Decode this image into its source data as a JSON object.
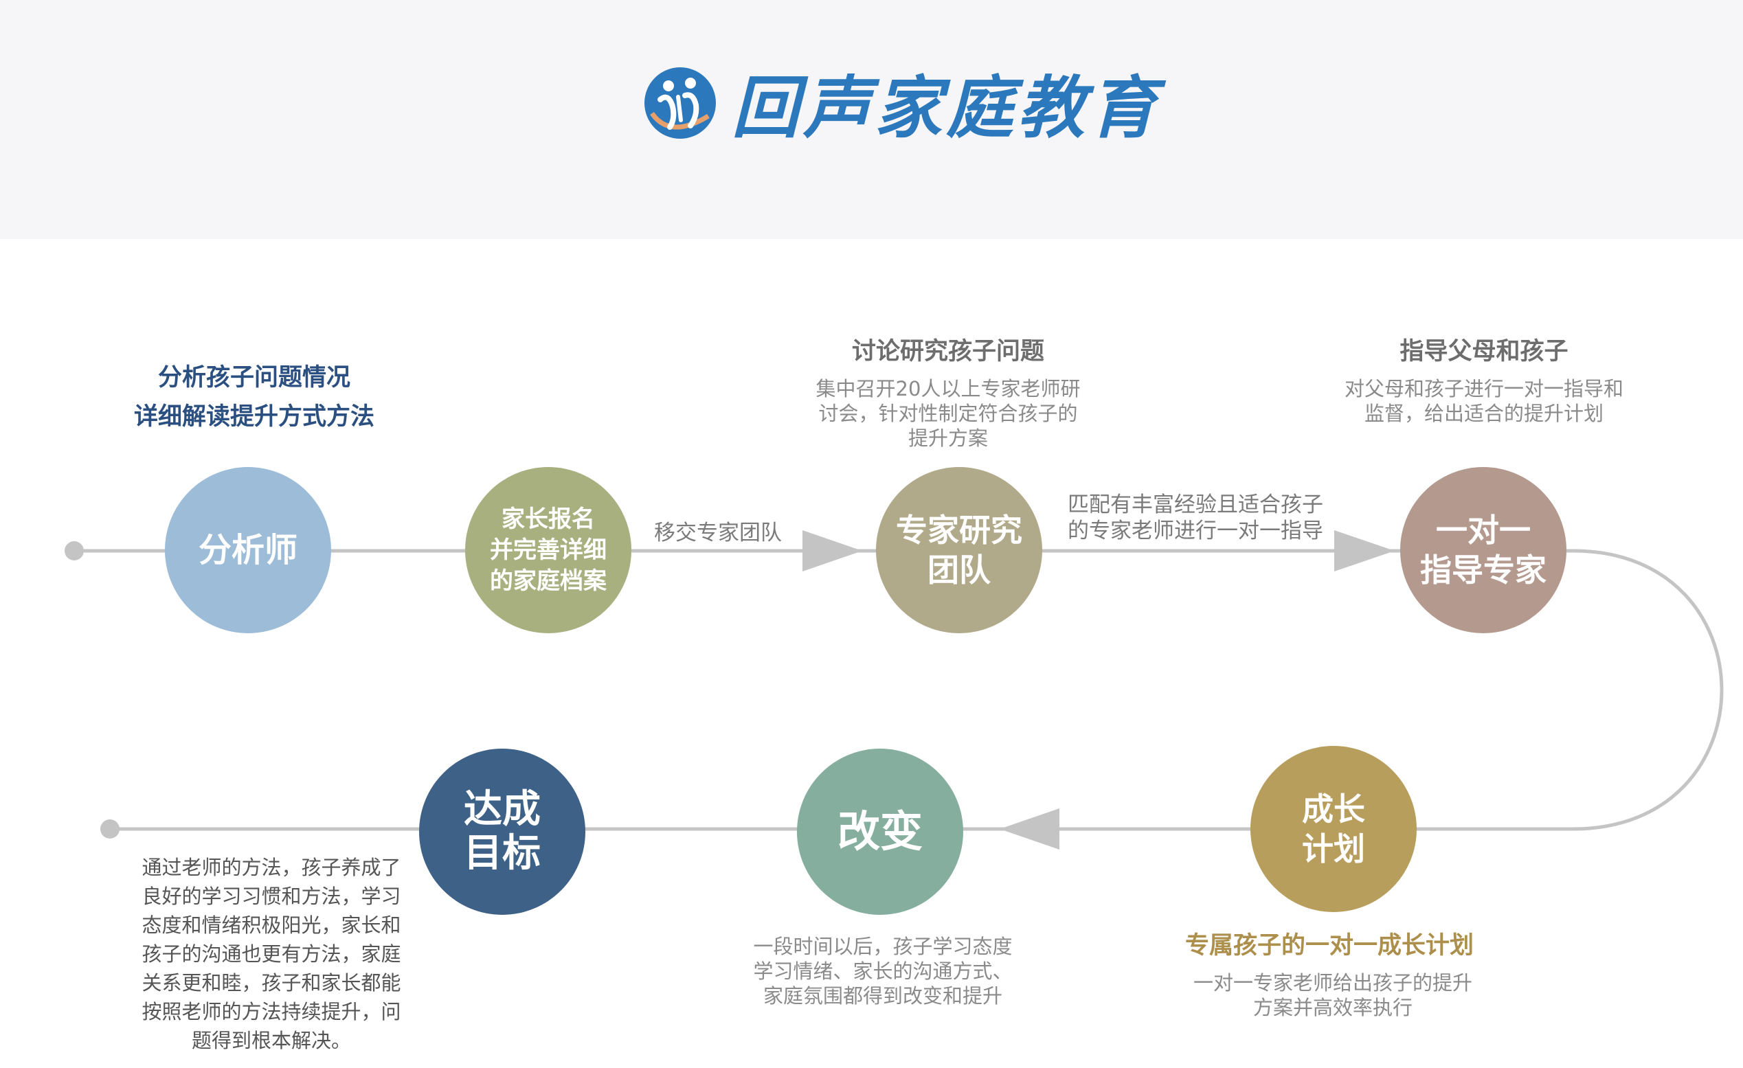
{
  "header": {
    "brand": "回声家庭教育"
  },
  "colors": {
    "line": "#c4c4c4",
    "analyst": "#9dbcd8",
    "register": "#a8b080",
    "team": "#b0a98a",
    "guide": "#b49a8e",
    "plan": "#b89e5c",
    "change": "#85ae9e",
    "goal": "#3d6187",
    "blue_text": "#2a4f80",
    "gold_text": "#ad8f4c"
  },
  "steps": {
    "analyst": {
      "label": "分析师",
      "heading": "分析孩子问题情况\n详细解读提升方式方法"
    },
    "register": {
      "label": "家长报名\n并完善详细\n的家庭档案"
    },
    "transfer": {
      "label": "移交专家团队"
    },
    "team": {
      "label": "专家研究\n团队",
      "heading": "讨论研究孩子问题",
      "caption": "集中召开20人以上专家老师研\n讨会，针对性制定符合孩子的\n提升方案"
    },
    "match": {
      "label": "匹配有丰富经验且适合孩子\n的专家老师进行一对一指导"
    },
    "guide": {
      "label": "一对一\n指导专家",
      "heading": "指导父母和孩子",
      "caption": "对父母和孩子进行一对一指导和\n监督，给出适合的提升计划"
    },
    "plan": {
      "label": "成长\n计划",
      "heading": "专属孩子的一对一成长计划",
      "caption": "一对一专家老师给出孩子的提升\n方案并高效率执行"
    },
    "change": {
      "label": "改变",
      "caption": "一段时间以后，孩子学习态度\n学习情绪、家长的沟通方式、\n家庭氛围都得到改变和提升"
    },
    "goal": {
      "label": "达成\n目标",
      "caption": "通过老师的方法，孩子养成了\n良好的学习习惯和方法，学习\n态度和情绪积极阳光，家长和\n孩子的沟通也更有方法，家庭\n关系更和睦，孩子和家长都能\n按照老师的方法持续提升，问\n题得到根本解决。"
    }
  }
}
